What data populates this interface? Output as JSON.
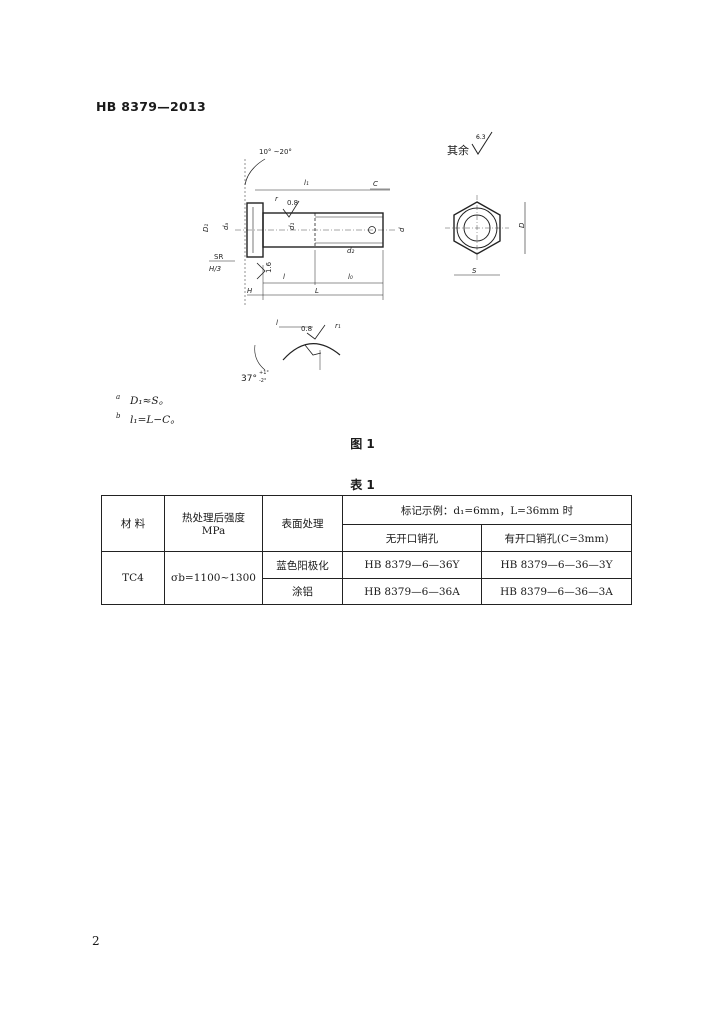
{
  "header": {
    "standard_number": "HB 8379—2013"
  },
  "roughness": {
    "label": "其余",
    "value": "6.3"
  },
  "drawing": {
    "angle_head": "10° ~20°",
    "l1_label": "l₁",
    "c_label": "C",
    "r_label": "r",
    "ra_small": "0.8",
    "ra_large": "1.6",
    "D1_label": "D₁",
    "da_label": "dₐ",
    "d1_label": "d₁",
    "d_label": "d",
    "d2_label": "d₂",
    "SR_label": "SR",
    "H3_label": "H/3",
    "l_label": "l",
    "l0_label": "l₀",
    "H_label": "H",
    "L_label": "L",
    "D_label": "D",
    "S_label": "S",
    "detail_l": "l",
    "detail_ra": "0.8",
    "detail_r": "r₁",
    "detail_angle": "37°",
    "detail_tol_plus": "+1°",
    "detail_tol_minus": "-2°"
  },
  "notes": [
    {
      "mark": "a",
      "text": "D₁≈S。"
    },
    {
      "mark": "b",
      "text": "l₁=L−C。"
    }
  ],
  "figure_caption": "图 1",
  "table_caption": "表 1",
  "table": {
    "headers": {
      "material": "材 料",
      "strength_line1": "热处理后强度",
      "strength_line2": "MPa",
      "surface": "表面处理",
      "example": "标记示例：d₁=6mm，L=36mm 时",
      "no_hole": "无开口销孔",
      "with_hole": "有开口销孔(C=3mm)"
    },
    "rows": [
      {
        "material": "TC4",
        "strength": "σb=1100~1300",
        "surface": "蓝色阳极化",
        "no_hole": "HB 8379—6—36Y",
        "with_hole": "HB 8379—6—36—3Y"
      },
      {
        "surface": "涂铝",
        "no_hole": "HB 8379—6—36A",
        "with_hole": "HB 8379—6—36—3A"
      }
    ]
  },
  "page_number": "2"
}
